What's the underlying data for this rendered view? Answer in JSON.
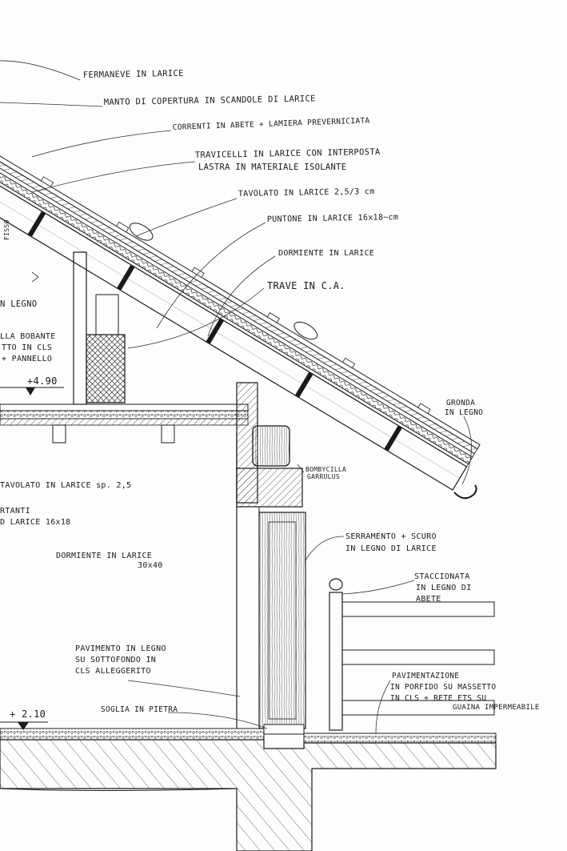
{
  "labels": {
    "fermaneve": "FERMANEVE IN LARICE",
    "manto": "MANTO DI COPERTURA IN SCANDOLE DI LARICE",
    "correnti": "CORRENTI IN ABETE + LAMIERA PREVERNICIATA",
    "travicelli_1": "TRAVICELLI IN LARICE CON INTERPOSTA",
    "travicelli_2": "LASTRA IN MATERIALE ISOLANTE",
    "tavolato_roof": "TAVOLATO IN LARICE 2,5/3 cm",
    "puntone": "PUNTONE IN LARICE 16x18~cm",
    "dormiente_top": "DORMIENTE IN LARICE",
    "trave": "TRAVE IN C.A.",
    "gronda_1": "GRONDA",
    "gronda_2": "IN LEGNO",
    "bombycilla_1": "BOMBYCILLA",
    "bombycilla_2": "GARRULUS",
    "left_fisso": "FISSO",
    "left_legno": "N LEGNO",
    "left_bobante": "LLA BOBANTE",
    "left_cls": "TTO IN CLS",
    "left_pannello": "+ PANNELLO",
    "tavolato_floor": "TAVOLATO IN LARICE sp. 2,5",
    "portanti_1": "RTANTI",
    "portanti_2": "D LARICE 16x18",
    "dormiente_mid_1": "DORMIENTE IN LARICE",
    "dormiente_mid_2": "30x40",
    "serramento_1": "SERRAMENTO + SCURO",
    "serramento_2": "IN LEGNO DI LARICE",
    "staccionata_1": "STACCIONATA",
    "staccionata_2": "IN LEGNO DI",
    "staccionata_3": "ABETE",
    "pavimento_1": "PAVIMENTO IN LEGNO",
    "pavimento_2": "SU SOTTOFONDO IN",
    "pavimento_3": "CLS ALLEGGERITO",
    "soglia": "SOGLIA IN PIETRA",
    "pavimentazione_1": "PAVIMENTAZIONE",
    "pavimentazione_2": "IN PORFIDO SU MASSETTO",
    "pavimentazione_3": "IN CLS + RETE ETS SU",
    "pavimentazione_4": "GUAINA IMPERMEABILE",
    "level_upper": "+4.90",
    "level_lower": "+ 2.10"
  },
  "colors": {
    "ink": "#1a1a1a",
    "paper": "#fdfdfc",
    "hatch": "#3a3a3a"
  }
}
